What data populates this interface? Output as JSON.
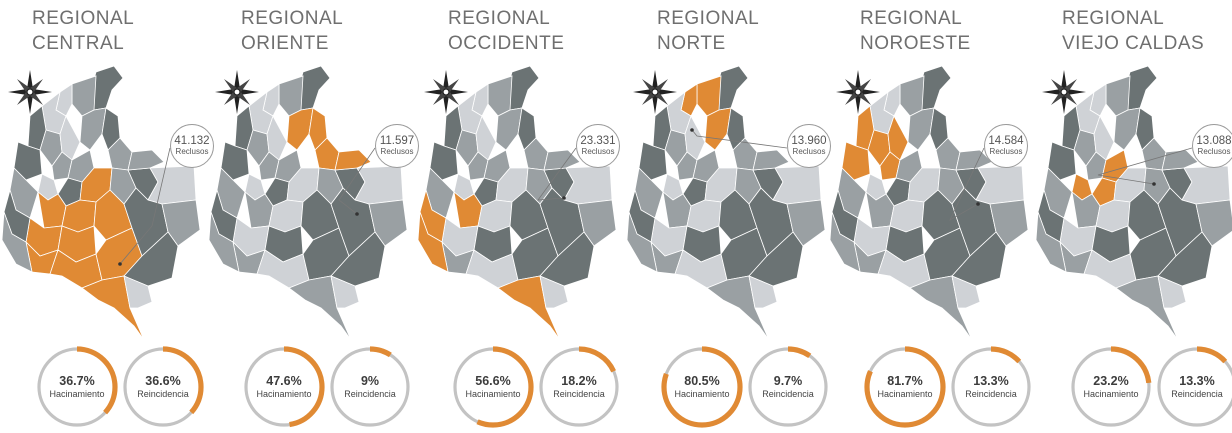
{
  "colors": {
    "highlight": "#e08a34",
    "dark": "#6b7374",
    "mid": "#9aa0a3",
    "light": "#cfd2d6",
    "gauge_track": "#c3c3c3",
    "gauge_fill": "#e08a34"
  },
  "callout_unit": "Reclusos",
  "chart_data": [
    {
      "type": "gauge",
      "region_line1": "REGIONAL",
      "region_line2": "CENTRAL",
      "reclusos": "41.132",
      "hacinamiento": {
        "label": "Hacinamiento",
        "text": "36.7%",
        "value": 36.7
      },
      "reincidencia": {
        "label": "Reincidencia",
        "text": "36.6%",
        "value": 36.6
      }
    },
    {
      "type": "gauge",
      "region_line1": "REGIONAL",
      "region_line2": "ORIENTE",
      "reclusos": "11.597",
      "hacinamiento": {
        "label": "Hacinamiento",
        "text": "47.6%",
        "value": 47.6
      },
      "reincidencia": {
        "label": "Reincidencia",
        "text": "9%",
        "value": 9
      }
    },
    {
      "type": "gauge",
      "region_line1": "REGIONAL",
      "region_line2": "OCCIDENTE",
      "reclusos": "23.331",
      "hacinamiento": {
        "label": "Hacinamiento",
        "text": "56.6%",
        "value": 56.6
      },
      "reincidencia": {
        "label": "Reincidencia",
        "text": "18.2%",
        "value": 18.2
      }
    },
    {
      "type": "gauge",
      "region_line1": "REGIONAL",
      "region_line2": "NORTE",
      "reclusos": "13.960",
      "hacinamiento": {
        "label": "Hacinamiento",
        "text": "80.5%",
        "value": 80.5
      },
      "reincidencia": {
        "label": "Reincidencia",
        "text": "9.7%",
        "value": 9.7
      }
    },
    {
      "type": "gauge",
      "region_line1": "REGIONAL",
      "region_line2": "NOROESTE",
      "reclusos": "14.584",
      "hacinamiento": {
        "label": "Hacinamiento",
        "text": "81.7%",
        "value": 81.7
      },
      "reincidencia": {
        "label": "Reincidencia",
        "text": "13.3%",
        "value": 13.3
      }
    },
    {
      "type": "gauge",
      "region_line1": "REGIONAL",
      "region_line2": "VIEJO CALDAS",
      "reclusos": "13.088",
      "hacinamiento": {
        "label": "Hacinamiento",
        "text": "23.2%",
        "value": 23.2
      },
      "reincidencia": {
        "label": "Reincidencia",
        "text": "13.3%",
        "value": 13.3
      }
    }
  ]
}
